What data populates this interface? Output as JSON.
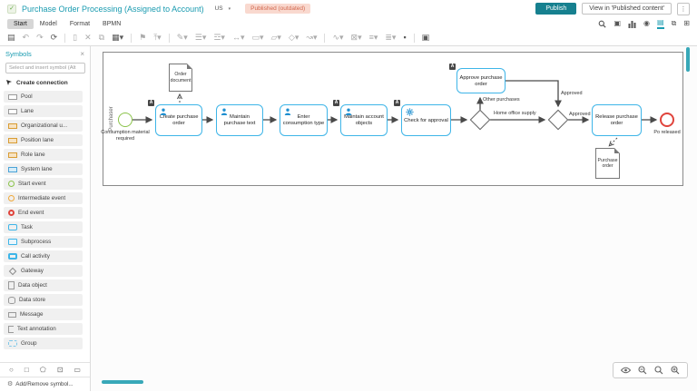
{
  "header": {
    "check": "✓",
    "title": "Purchase Order Processing (Assigned to Account)",
    "locale": "US",
    "locale_caret": "▾",
    "status_badge": "Published (outdated)",
    "publish": "Publish",
    "view_published": "View in 'Published content'",
    "more": "⋮",
    "accent_color": "#1a9bb0",
    "quick_icons": [
      {
        "name": "search",
        "glyph": ""
      },
      {
        "name": "contrast",
        "glyph": "▣"
      },
      {
        "name": "chart",
        "glyph": ""
      },
      {
        "name": "gear-badge",
        "glyph": "◉"
      },
      {
        "name": "dictionary",
        "glyph": "▤",
        "active": true
      },
      {
        "name": "copy",
        "glyph": "⧉"
      },
      {
        "name": "table",
        "glyph": "⊞"
      }
    ]
  },
  "tabs": [
    {
      "label": "Start",
      "active": true
    },
    {
      "label": "Model",
      "active": false
    },
    {
      "label": "Format",
      "active": false
    },
    {
      "label": "BPMN",
      "active": false
    }
  ],
  "toolbar": {
    "icons": [
      {
        "g": "▤"
      },
      {
        "g": "↶"
      },
      {
        "g": "↷"
      },
      {
        "g": "⟳"
      },
      {
        "g": "▯"
      },
      {
        "g": "✕"
      },
      {
        "g": "⧉"
      },
      {
        "g": "▦▾"
      },
      {
        "g": "⚑"
      },
      {
        "g": "⤒▾"
      },
      {
        "g": "✎▾"
      },
      {
        "g": "☰▾"
      },
      {
        "g": "☲▾"
      },
      {
        "g": "↔▾"
      },
      {
        "g": "▭▾"
      },
      {
        "g": "▱▾"
      },
      {
        "g": "◇▾"
      },
      {
        "g": "↝▾"
      },
      {
        "g": "∿▾"
      },
      {
        "g": "⊠▾"
      },
      {
        "g": "≡▾"
      },
      {
        "g": "≣▾"
      },
      {
        "g": "▪"
      },
      {
        "g": "▣"
      }
    ]
  },
  "sidebar": {
    "title": "Symbols",
    "close": "×",
    "search_placeholder": "Select and insert symbol (Alt",
    "create_connection": "Create connection",
    "items": [
      {
        "label": "Pool"
      },
      {
        "label": "Lane"
      },
      {
        "label": "Organizational u..."
      },
      {
        "label": "Position lane"
      },
      {
        "label": "Role lane"
      },
      {
        "label": "System lane"
      },
      {
        "label": "Start event"
      },
      {
        "label": "Intermediate event"
      },
      {
        "label": "End event"
      },
      {
        "label": "Task"
      },
      {
        "label": "Subprocess"
      },
      {
        "label": "Call activity"
      },
      {
        "label": "Gateway"
      },
      {
        "label": "Data object"
      },
      {
        "label": "Data store"
      },
      {
        "label": "Message"
      },
      {
        "label": "Text annotation"
      },
      {
        "label": "Group"
      }
    ],
    "footer_shapes": [
      {
        "name": "circle",
        "glyph": "○"
      },
      {
        "name": "square",
        "glyph": "□"
      },
      {
        "name": "pentagon",
        "glyph": "⬠"
      },
      {
        "name": "annotation",
        "glyph": "⊡"
      },
      {
        "name": "card",
        "glyph": "▭"
      }
    ],
    "gear": "⚙",
    "add_remove": "Add/Remove symbol..."
  },
  "canvas": {
    "pool_label": "Purchaser",
    "start_label": "Consumption material required",
    "end_label": "Po released",
    "badge": "A",
    "task_border_color": "#3eb5e8",
    "start_color": "#8bc34a",
    "end_color": "#e0443c",
    "tasks": {
      "create": "Create purchase order",
      "maintain_text": "Maintain purchase text",
      "enter_type": "Enter consumption type",
      "maintain_objects": "Maintain account objects",
      "check": "Check for approval",
      "approve": "Approve purchase order",
      "release": "Release purchase order"
    },
    "docs": {
      "order": "Order document",
      "purchase": "Purchase order"
    },
    "edge_labels": {
      "other": "Other purchases",
      "home": "Home office supply",
      "approved_down": "Approved",
      "approved_right": "Approved"
    }
  }
}
